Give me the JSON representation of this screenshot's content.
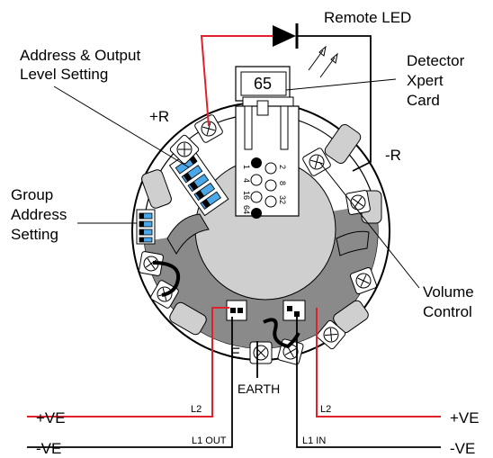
{
  "labels": {
    "remote_led": "Remote LED",
    "address_output_line1": "Address & Output",
    "address_output_line2": "Level Setting",
    "detector_line1": "Detector",
    "detector_line2": "Xpert",
    "detector_line3": "Card",
    "card_number": "65",
    "plus_r": "+R",
    "minus_r": "-R",
    "group_line1": "Group",
    "group_line2": "Address",
    "group_line3": "Setting",
    "volume_line1": "Volume",
    "volume_line2": "Control",
    "e": "E",
    "earth": "EARTH",
    "plus_ve_left": "+VE",
    "minus_ve_left": "-VE",
    "plus_ve_right": "+VE",
    "minus_ve_right": "-VE",
    "l2_left": "L2",
    "l1_out": "L1 OUT",
    "l2_right": "L2",
    "l1_in": "L1 IN"
  },
  "card_bits": [
    "1",
    "2",
    "4",
    "8",
    "16",
    "32",
    "64"
  ],
  "colors": {
    "positive_wire": "#e0202a",
    "wire": "#000000",
    "switch_blue": "#4aa7e8",
    "grey_dark": "#8a8a8a",
    "grey_light": "#cfcfcf"
  }
}
